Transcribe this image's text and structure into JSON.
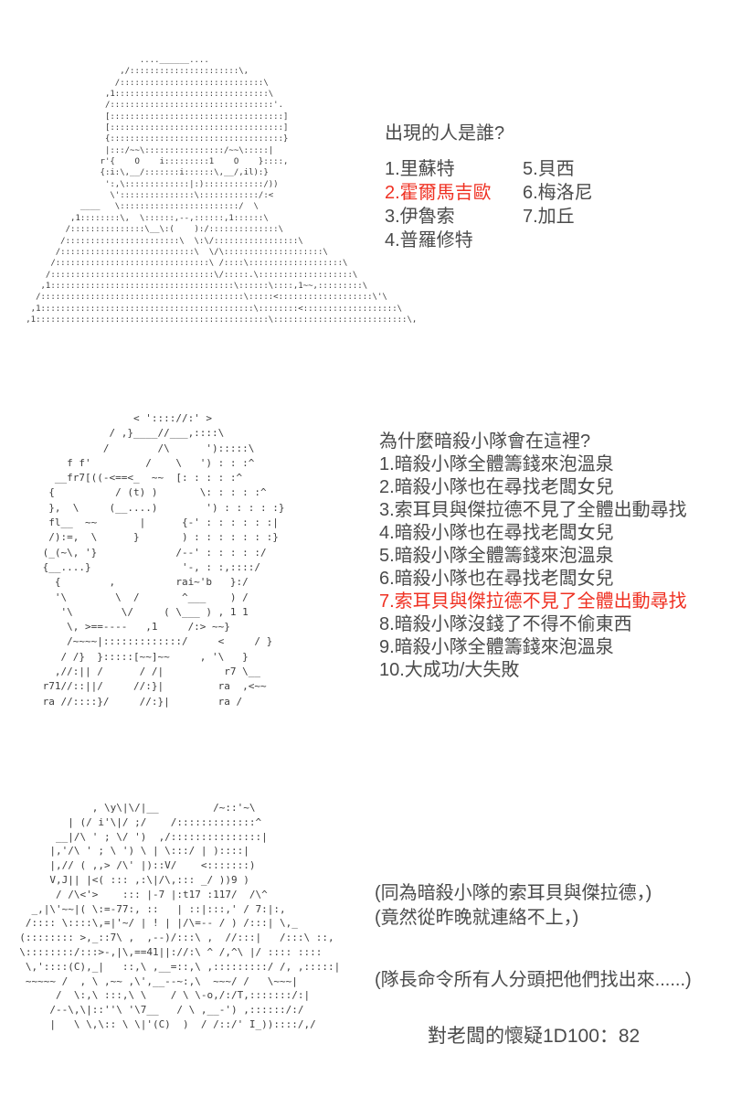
{
  "colors": {
    "background": "#ffffff",
    "text": "#4b4b4b",
    "highlight_red": "#ef3123",
    "ascii_art": "#3c3c3c"
  },
  "section1": {
    "question": "出現的人是誰?",
    "options_col1": [
      {
        "label": "1.里蘇特",
        "red": false
      },
      {
        "label": "2.霍爾馬吉歐",
        "red": true
      },
      {
        "label": "3.伊魯索",
        "red": false
      },
      {
        "label": "4.普羅修特",
        "red": false
      }
    ],
    "options_col2": [
      {
        "label": "5.貝西",
        "red": false
      },
      {
        "label": "6.梅洛尼",
        "red": false
      },
      {
        "label": "7.加丘",
        "red": false
      }
    ],
    "ascii_art": [
      "                          ....______....",
      "                      ,/::::::::::::::::::::::\\,",
      "                     /:::::::::::::::::::::::::::::\\",
      "                   ,1:::::::::::::::::::::::::::::::\\",
      "                   /:::::::::::::::::::::::::::::::::'.",
      "                   [:::::::::::::::::::::::::::::::::::]",
      "                   [:::::::::::::::::::::::::::::::::::]",
      "                   {:::::::::::::::::::::::::::::::::::}",
      "                   |:::/~~\\::::::::::::::::/~~\\:::::|",
      "                  r'{    O    i:::::::::1    O    }::::,",
      "                  {:i:\\,__/:::::::i::::::\\,__/,il):}",
      "                   ':,\\:::::::::::::|:)::::::::::::/))",
      "                    \\':::::::::::::::\\::::::::::::/:<",
      "              ____   \\::::::::::::::::::::::::/  \\",
      "            ,1::::::::\\,  \\::::::,--,::::::,1::::::\\",
      "           /:::::::::::::::\\__\\:(    ):/::::::::::::::\\",
      "          /:::::::::::::::::::::::\\  \\:\\/:::::::::::::::::\\",
      "         /:::::::::::::::::::::::::::\\  \\/\\::::::::::::::::::::\\",
      "        /:::::::::::::::::::::::::::::::\\ /::::\\:::::::::::::::::::\\",
      "       /:::::::::::::::::::::::::::::::::\\/:::::.\\:::::::::::::::::::\\",
      "      ,1:::::::::::::::::::::::::::::::::::::\\::::::\\::::,1~~,:::::::::\\",
      "     /:::::::::::::::::::::::::::::::::::::::::\\:::::<:::::::::::::::::::\\'\\",
      "    ,1:::::::::::::::::::::::::::::::::::::::::::\\::::::::<:::::::::::::::::::\\",
      "   ,1:::::::::::::::::::::::::::::::::::::::::::::::\\:::::::::::::::::::::::::::\\,"
    ]
  },
  "section2": {
    "question": "為什麼暗殺小隊會在這裡?",
    "options": [
      {
        "label": "1.暗殺小隊全體籌錢來泡溫泉",
        "red": false
      },
      {
        "label": "2.暗殺小隊也在尋找老闆女兒",
        "red": false
      },
      {
        "label": "3.索耳貝與傑拉德不見了全體出動尋找",
        "red": false
      },
      {
        "label": "4.暗殺小隊也在尋找老闆女兒",
        "red": false
      },
      {
        "label": "5.暗殺小隊全體籌錢來泡溫泉",
        "red": false
      },
      {
        "label": "6.暗殺小隊也在尋找老闆女兒",
        "red": false
      },
      {
        "label": "7.索耳貝與傑拉德不見了全體出動尋找",
        "red": true
      },
      {
        "label": "8.暗殺小隊沒錢了不得不偷東西",
        "red": false
      },
      {
        "label": "9.暗殺小隊全體籌錢來泡溫泉",
        "red": false
      },
      {
        "label": "10.大成功/大失敗",
        "red": false
      }
    ],
    "ascii_art": [
      "                < ':::://:' >",
      "            / ,}____//___,::::\\",
      "           /        /\\      '):::::\\",
      "     f f'         /    \\   ') : : :^",
      "   __fr7[((-<==<_  ~~  [: : : : :^",
      "  {          / (t) )       \\: : : : :^",
      "  },  \\     (__....)        ') : : : : :}",
      "  fl__  ~~       |      {-' : : : : : :|",
      "  /):=,  \\      }       ) : : : : : : :}",
      " (_(~\\, '}             /--' : : : : :/",
      " {__....}               '-, : :,::::/",
      "   {        ,          rai~'b   }:/",
      "   '\\        \\  /       ^___    ) /",
      "    '\\        \\/     ( \\___ ) , 1 1",
      "     \\, >==----   ,1     /:> ~~}",
      "     /~~~~|:::::::::::::/     <     / }",
      "    / /}  }:::::[~~]~~     , '\\   }",
      "   ,//:|| /      / /|          r7 \\__",
      " r71//::||/     //:}|         ra  ,<~~",
      " ra //::::}/     //:}|        ra /"
    ]
  },
  "section3": {
    "narration_lines": [
      "(同為暗殺小隊的索耳貝與傑拉德，)",
      "(竟然從昨晚就連絡不上，)"
    ],
    "narration_line3": "(隊長命令所有人分頭把他們找出來......)",
    "roll_result": "對老闆的懷疑1D100：82",
    "ascii_art": [
      "              , \\y\\|\\/|__         /~::'~\\",
      "          | (/ i'\\|/ ;/    /:::::::::::::^",
      "        __|/\\ ' ; \\/ ')  ,/:::::::::::::::|",
      "       |,'/\\ ' ; \\ ') \\ | \\:::/ | )::::|",
      "       |,// ( ,,> /\\' |)::V/    <:::::::)",
      "       V,J|| |<( ::: ,:\\|/\\,::: _/ ))9 )",
      "        / /\\<'>    ::: |-7 |:t17 :117/  /\\^",
      "    _,|\\'~~|( \\:=-77:, ::   | ::|:::,' / 7:|:,",
      "   /:::: \\::::\\,=|'~/ | ! | |/\\=-- / ) /:::| \\,_",
      "  (:::::::: >,_::7\\ ,  ,--)/:::\\ ,  //:::|   /:::\\ ::,",
      "  \\::::::::/:::>-,|\\,==41||://:\\ ^ /,^\\ |/ :::: ::::",
      "   \\,'::::(C),_|   ::,\\ ,__=::,\\ ,:::::::::/ /, ,:::::|",
      "   ~~~~~ /  , \\ ,~~ ,\\',__--~:,\\  ~~~/ /   \\~~~|",
      "        /  \\:,\\ :::,\\ \\    / \\ \\-o,/:/T,:::::::/:|",
      "       /--\\,\\|::''\\ '\\7__   / \\ ,__-') ,::::::/:/",
      "       |   \\ \\,\\:: \\ \\|'(C)  )  / /::/' I_))::::/,/"
    ]
  }
}
